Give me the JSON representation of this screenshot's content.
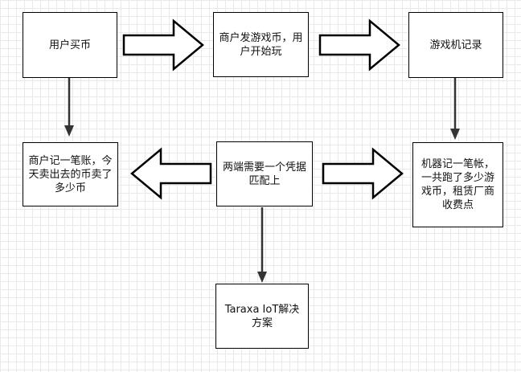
{
  "nodes": {
    "user_buy": "用户买币",
    "merchant_issue": "商户发游戏币，用户开始玩",
    "machine_record": "游戏机记录",
    "merchant_ledger": "商户记一笔账，今天卖出去的币卖了多少币",
    "two_sides_match": "两端需要一个凭据匹配上",
    "machine_ledger": "机器记一笔帐，一共跑了多少游戏币，租赁厂商收费点",
    "taraxa_solution": "Taraxa IoT解决方案"
  }
}
